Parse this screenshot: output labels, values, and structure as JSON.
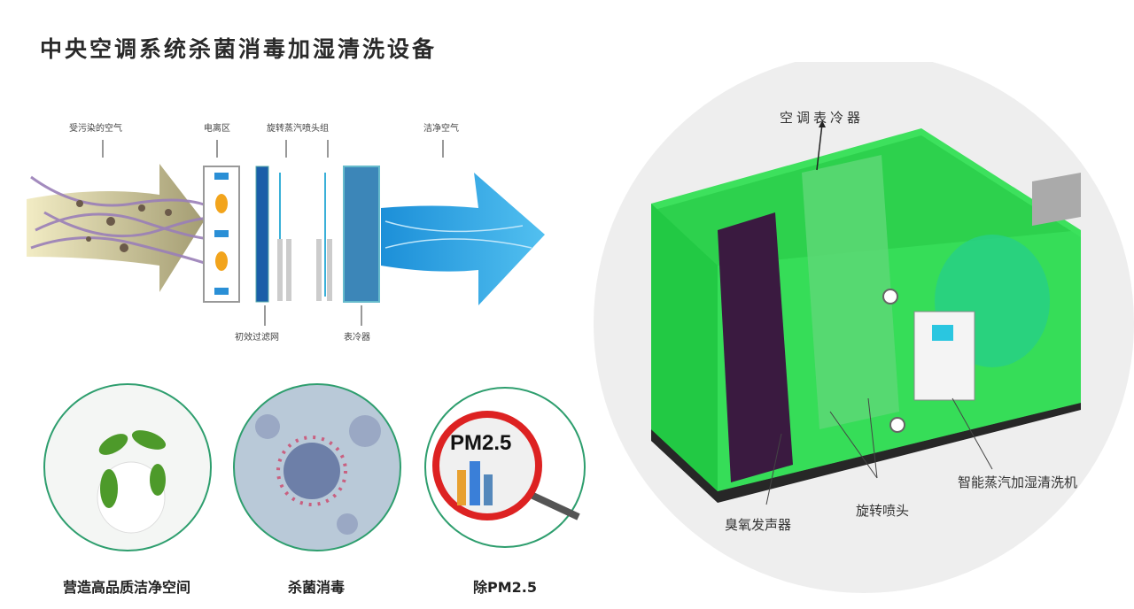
{
  "title": "中央空调系统杀菌消毒加湿清洗设备",
  "process_diagram": {
    "labels_top": [
      "受污染的空气",
      "电离区",
      "旋转蒸汽喷头组",
      "洁净空气"
    ],
    "labels_bottom": [
      "初效过滤网",
      "表冷器"
    ]
  },
  "features": [
    {
      "label": "营造高品质洁净空间"
    },
    {
      "label": "杀菌消毒"
    },
    {
      "label": "除PM2.5",
      "badge": "PM2.5"
    }
  ],
  "equipment": {
    "labels": [
      "空调表冷器",
      "臭氧发声器",
      "旋转喷头",
      "智能蒸汽加湿清洗机"
    ]
  },
  "colors": {
    "box_green": "#22dd44",
    "arrow_blue": "#2aa8e8",
    "circle_border": "#2e9e6e"
  }
}
